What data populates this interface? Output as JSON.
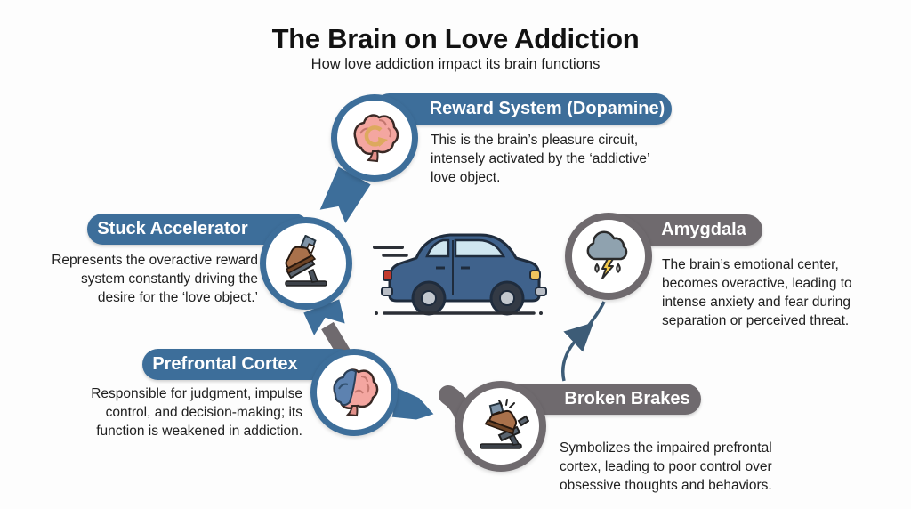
{
  "colors": {
    "accent_blue": "#3d6e9a",
    "accent_gray": "#6f6a6e",
    "flow_arrow": "#3d5c77",
    "title_text": "#121212"
  },
  "header": {
    "title": "The Brain on Love Addiction",
    "subtitle": "How love addiction impact its brain functions"
  },
  "nodes": {
    "reward_system": {
      "label": "Reward System (Dopamine)",
      "description": "This is the brain’s pleasure circuit, intensely activated by the ‘addictive’ love object.",
      "icon": "brain-with-cycle-arrow",
      "accent": "blue"
    },
    "stuck_accelerator": {
      "label": "Stuck Accelerator",
      "description": "Represents the overactive reward system constantly driving the desire for the ‘love object.’",
      "icon": "accelerator-pedal-with-foot",
      "accent": "blue"
    },
    "amygdala": {
      "label": "Amygdala",
      "description": "The brain’s emotional center, becomes overactive, leading to intense anxiety and fear during separation or perceived threat.",
      "icon": "storm-cloud-lightning",
      "accent": "gray"
    },
    "prefrontal_cortex": {
      "label": "Prefrontal Cortex",
      "description": "Responsible for judgment, impulse control, and decision-making; its function is weakened in addiction.",
      "icon": "brain-highlighted-frontal-lobe",
      "accent": "blue"
    },
    "broken_brakes": {
      "label": "Broken Brakes",
      "description": "Symbolizes the impaired prefrontal cortex, leading to poor control over obsessive thoughts and behaviors.",
      "icon": "broken-brake-pedal-with-foot",
      "accent": "gray"
    }
  },
  "center": {
    "illustration": "car-side-view"
  }
}
